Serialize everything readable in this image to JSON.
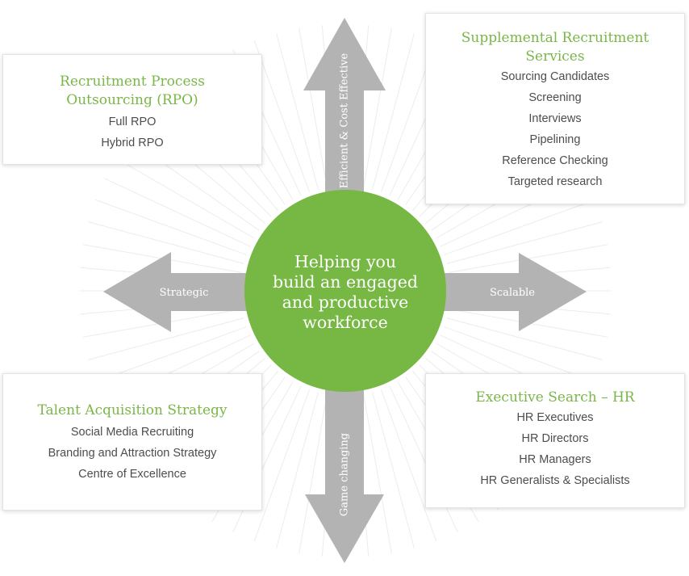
{
  "center": {
    "lines": [
      "Helping you",
      "build an engaged",
      "and productive",
      "workforce"
    ]
  },
  "arrows": {
    "top": "Efficient & Cost Effective",
    "bottom": "Game changing",
    "left": "Strategic",
    "right": "Scalable"
  },
  "boxes": {
    "rpo": {
      "title_lines": [
        "Recruitment Process",
        "Outsourcing (RPO)"
      ],
      "items": [
        "Full RPO",
        "Hybrid RPO"
      ]
    },
    "supplemental": {
      "title_lines": [
        "Supplemental Recruitment",
        "Services"
      ],
      "items": [
        "Sourcing Candidates",
        "Screening",
        "Interviews",
        "Pipelining",
        "Reference Checking",
        "Targeted research"
      ]
    },
    "talent": {
      "title_lines": [
        "Talent Acquisition Strategy"
      ],
      "items": [
        "Social Media Recruiting",
        "Branding and Attraction Strategy",
        "Centre of Excellence"
      ]
    },
    "executive": {
      "title_lines": [
        "Executive Search – HR"
      ],
      "items": [
        "HR Executives",
        "HR Directors",
        "HR Managers",
        "HR Generalists & Specialists"
      ]
    }
  },
  "colors": {
    "accent_green": "#7ab648",
    "circle_green": "#76b843",
    "arrow_gray": "#b3b3b3",
    "text_gray": "#4d4d4d"
  }
}
